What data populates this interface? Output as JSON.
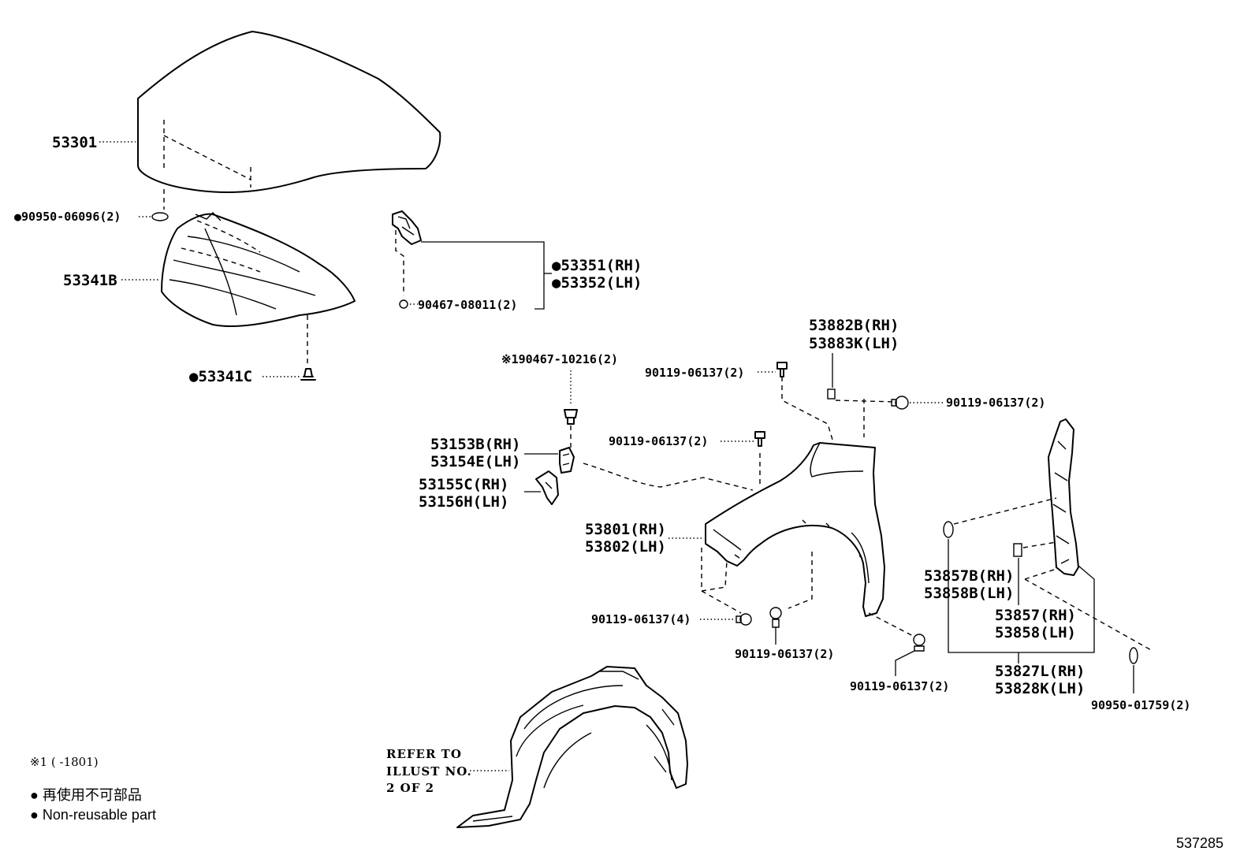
{
  "labels": {
    "hood": "53301",
    "hood_cushion": "●90950-06096(2)",
    "hood_insulator": "53341B",
    "insulator_clip": "●53341C",
    "hood_hinge_rh": "●53351(RH)",
    "hood_hinge_lh": "●53352(LH)",
    "hinge_bolt": "90467-08011(2)",
    "clip_noted": "※190467-10216(2)",
    "bracket_a_rh": "53153B(RH)",
    "bracket_a_lh": "53154E(LH)",
    "bracket_b_rh": "53155C(RH)",
    "bracket_b_lh": "53156H(LH)",
    "fender_rh": "53801(RH)",
    "fender_lh": "53802(LH)",
    "seal_rh": "53882B(RH)",
    "seal_lh": "53883K(LH)",
    "bolt_a": "90119-06137(2)",
    "bolt_b": "90119-06137(2)",
    "bolt_c": "90119-06137(2)",
    "bolt_d": "90119-06137(4)",
    "bolt_e": "90119-06137(2)",
    "bolt_f": "90119-06137(2)",
    "cover_rh": "53857B(RH)",
    "cover_lh": "53858B(LH)",
    "protector_rh": "53857(RH)",
    "protector_lh": "53858(LH)",
    "panel_rh": "53827L(RH)",
    "panel_lh": "53828K(LH)",
    "grommet": "90950-01759(2)"
  },
  "refer": {
    "line1": "REFER TO",
    "line2": "ILLUST NO.",
    "line3": "2 OF 2"
  },
  "notes": {
    "date_note": "※1 (      -1801)",
    "nonreuse_jp": "● 再使用不可部品",
    "nonreuse_en": "● Non-reusable part"
  },
  "diagram_number": "537285",
  "icons": [
    "hood",
    "hood-insulator",
    "fender",
    "liner",
    "clip",
    "bolt",
    "bracket",
    "seal"
  ],
  "colors": {
    "line": "#000000",
    "background": "#ffffff"
  }
}
